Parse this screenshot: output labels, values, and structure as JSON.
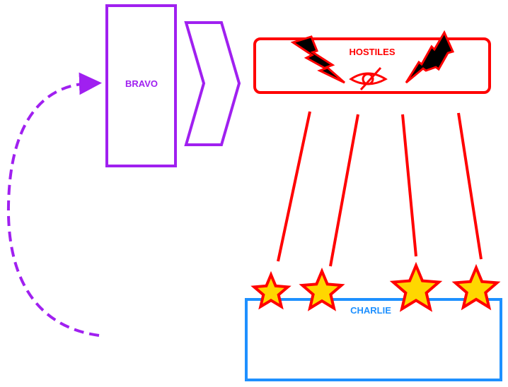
{
  "labels": {
    "bravo": "BRAVO",
    "hostiles": "HOSTILES",
    "charlie": "CHARLIE"
  },
  "colors": {
    "bravo": "#a020f0",
    "hostiles": "#ff0000",
    "charlie": "#1e90ff",
    "star_fill": "#ffd700",
    "bolt_fill": "#000000"
  },
  "icons": [
    "lightning-bolt-icon",
    "lightning-bolt-icon",
    "eye-slash-icon",
    "star-icon",
    "star-icon",
    "star-icon",
    "star-icon"
  ]
}
